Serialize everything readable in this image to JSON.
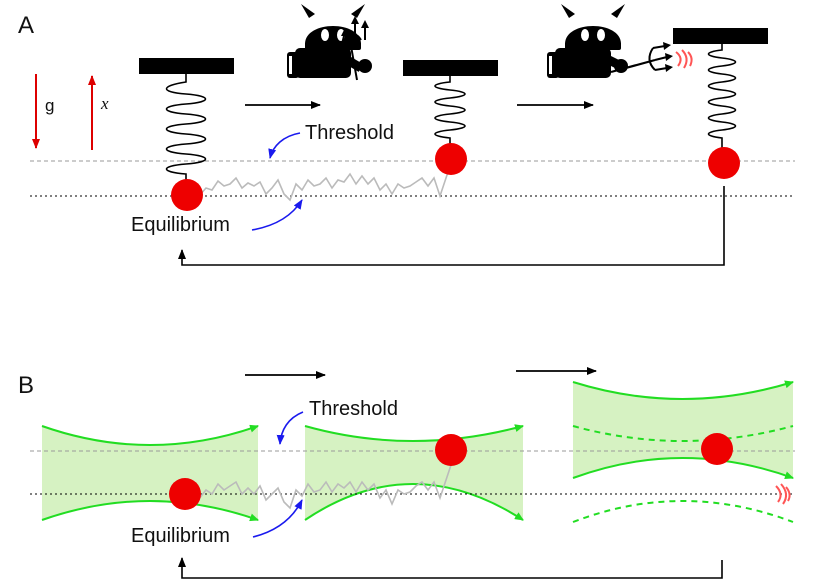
{
  "panel_a": {
    "label": "A",
    "gravity_label": "g",
    "position_label": "x",
    "threshold_label": "Threshold",
    "equilibrium_label": "Equilibrium"
  },
  "panel_b": {
    "label": "B",
    "threshold_label": "Threshold",
    "equilibrium_label": "Equilibrium"
  },
  "colors": {
    "particle": "#ee0000",
    "trap_fill": "#d6f2c2",
    "trap_edge": "#22dd22",
    "trajectory": "#bbbbbb",
    "annotation_arrow": "#1a1aee",
    "gravity_arrow": "#dd0000",
    "spring": "#000000",
    "demon": "#000000"
  },
  "icons": [
    "maxwell-demon-icon",
    "trident-icon",
    "spring-icon",
    "laser-trap-icon"
  ]
}
